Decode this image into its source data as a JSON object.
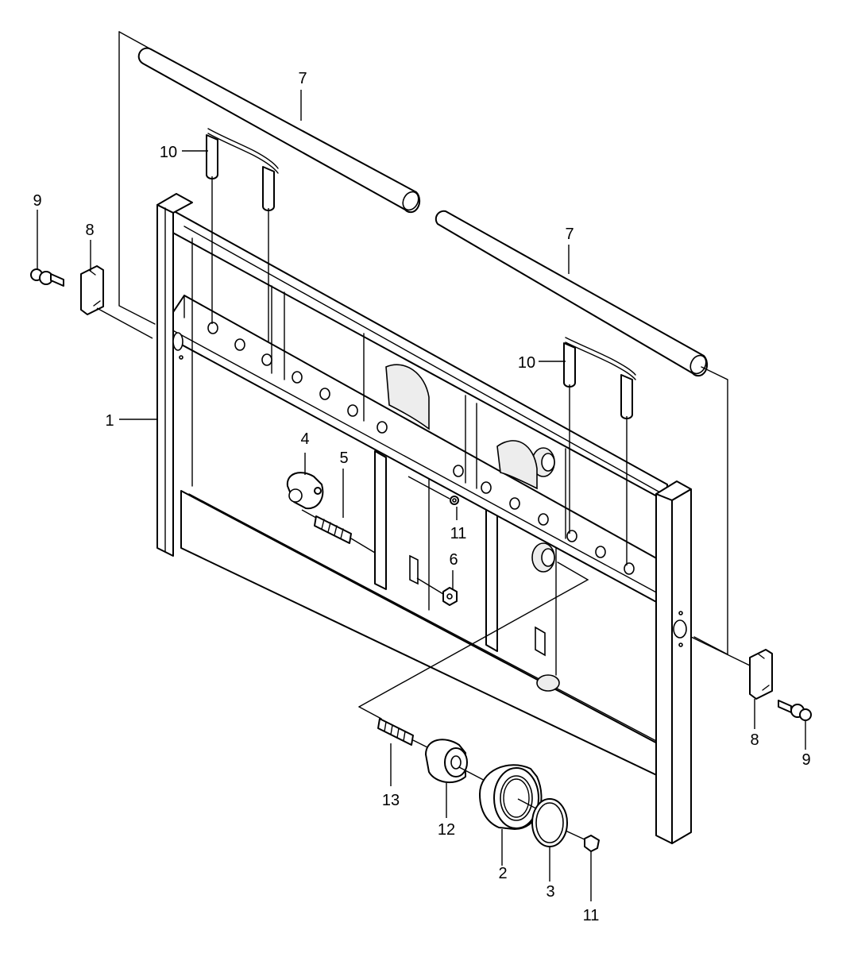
{
  "callouts": [
    {
      "name": "callout-7-upper",
      "text": "7"
    },
    {
      "name": "callout-10-upper",
      "text": "10"
    },
    {
      "name": "callout-9-left",
      "text": "9"
    },
    {
      "name": "callout-8-left",
      "text": "8"
    },
    {
      "name": "callout-7-lower",
      "text": "7"
    },
    {
      "name": "callout-10-lower",
      "text": "10"
    },
    {
      "name": "callout-1",
      "text": "1"
    },
    {
      "name": "callout-4",
      "text": "4"
    },
    {
      "name": "callout-5",
      "text": "5"
    },
    {
      "name": "callout-11-upper",
      "text": "11"
    },
    {
      "name": "callout-6",
      "text": "6"
    },
    {
      "name": "callout-8-right",
      "text": "8"
    },
    {
      "name": "callout-9-right",
      "text": "9"
    },
    {
      "name": "callout-13",
      "text": "13"
    },
    {
      "name": "callout-12",
      "text": "12"
    },
    {
      "name": "callout-2",
      "text": "2"
    },
    {
      "name": "callout-3",
      "text": "3"
    },
    {
      "name": "callout-11-lower",
      "text": "11"
    }
  ]
}
